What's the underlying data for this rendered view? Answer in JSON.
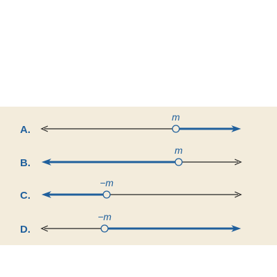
{
  "colors": {
    "panel_background": "#f3ecdc",
    "accent_blue": "#1f5f9c",
    "thin_line": "#222222",
    "letter_color": "#1f5f9c"
  },
  "choices": [
    {
      "letter": "A.",
      "label": "m",
      "bold": "right"
    },
    {
      "letter": "B.",
      "label": "m",
      "bold": "left"
    },
    {
      "letter": "C.",
      "label": "−m",
      "bold": "left"
    },
    {
      "letter": "D.",
      "label": "−m",
      "bold": "right"
    }
  ]
}
